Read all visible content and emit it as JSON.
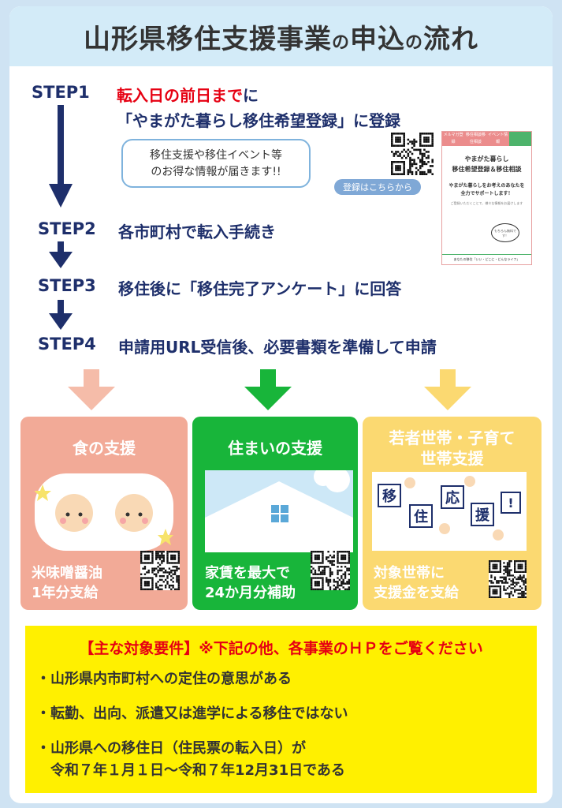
{
  "title": {
    "part1": "山形県移住支援事業",
    "p1": "の",
    "part2": "申込",
    "p2": "の",
    "part3": "流れ"
  },
  "steps": [
    {
      "label": "STEP1",
      "text_red": "転入日の前日まで",
      "text_after": "に",
      "text2": "「やまがた暮らし移住希望登録」に登録"
    },
    {
      "label": "STEP2",
      "text": "各市町村で転入手続き"
    },
    {
      "label": "STEP3",
      "text": "移住後に「移住完了アンケート」に回答"
    },
    {
      "label": "STEP4",
      "text": "申請用URL受信後、必要書類を準備して申請"
    }
  ],
  "bubble": {
    "line1": "移住支援や移住イベント等",
    "line2": "のお得な情報が届きます!!"
  },
  "register_pill": "登録はこちらから",
  "flyer": {
    "tabs": [
      "メルマガ登録",
      "移住相談移住相談",
      "イベント情報",
      ""
    ],
    "title1": "やまがた暮らし",
    "title2": "移住希望登録＆移住相談",
    "line1": "やまがた暮らしをお考えのあなたを",
    "line2": "全力でサポートします！",
    "small": "ご登録いただくことで、様々な情報をお届けします",
    "bubble": "もちろん無料です！",
    "footer": "あなたの移住「いい・どこに・どんなライフ」"
  },
  "cards": [
    {
      "title": "食の支援",
      "foot1": "米味噌醤油",
      "foot2": "1年分支給",
      "color": "#f2aa97"
    },
    {
      "title": "住まいの支援",
      "foot1": "家賃を最大で",
      "foot2": "24か月分補助",
      "color": "#18b53a"
    },
    {
      "title": "若者世帯・子育て",
      "title2": "世帯支援",
      "foot1": "対象世帯に",
      "foot2": "支援金を支給",
      "color": "#fbd971",
      "signs": [
        "移",
        "住",
        "応",
        "援",
        "!"
      ]
    }
  ],
  "requirements": {
    "head": "【主な対象要件】※下記の他、各事業のＨＰをご覧ください",
    "items": [
      "・山形県内市町村への定住の意思がある",
      "・転勤、出向、派遣又は進学による移住ではない",
      "・山形県への移住日（住民票の転入日）が",
      "　令和７年１月１日～令和７年12月31日である"
    ]
  },
  "colors": {
    "navy": "#1e2f6b",
    "red": "#e60012",
    "yellow": "#fff000",
    "header_bg": "#d3ebf8"
  }
}
